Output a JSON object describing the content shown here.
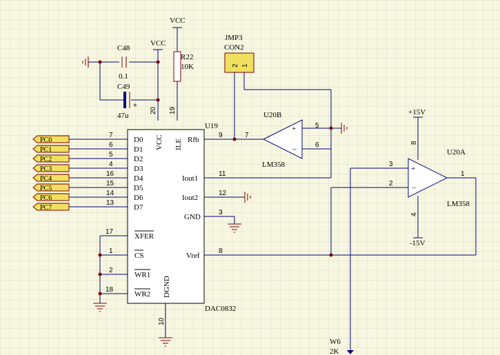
{
  "colors": {
    "background": "#f7f7e1",
    "grid": "#d8d8c8",
    "wire": "#00007c",
    "component": "#7c0000",
    "port_fill": "#f0e060",
    "chip_fill": "#ffffff"
  },
  "u19": {
    "ref": "U19",
    "part": "DAC0832",
    "pins_left": [
      "D0",
      "D1",
      "D2",
      "D3",
      "D4",
      "D5",
      "D6",
      "D7"
    ],
    "pins_left_num": [
      "7",
      "6",
      "5",
      "4",
      "16",
      "15",
      "14",
      "13"
    ],
    "vcc": "VCC",
    "ile": "ILE",
    "vcc_num": "20",
    "ile_num": "19",
    "xfer": "XFER",
    "cs": "CS",
    "wr1": "WR1",
    "wr2": "WR2",
    "xfer_num": "17",
    "cs_num": "1",
    "wr1_num": "2",
    "wr2_num": "18",
    "rfb": "Rfb",
    "iout1": "Iout1",
    "iout2": "Iout2",
    "gnd": "GND",
    "vref": "Vref",
    "rfb_num": "9",
    "iout1_num": "11",
    "iout2_num": "12",
    "gnd_num": "3",
    "vref_num": "8",
    "dgnd": "DGND",
    "dgnd_num": "10"
  },
  "ports": [
    "PC0",
    "PC1",
    "PC2",
    "PC3",
    "PC4",
    "PC5",
    "PC6",
    "PC7"
  ],
  "caps": {
    "c48": "C48",
    "c48_val": "0.1",
    "c49": "C49",
    "c49_val": "47u"
  },
  "r22": {
    "ref": "R22",
    "val": "10K"
  },
  "power": {
    "vcc": "VCC",
    "p15": "+15V",
    "m15": "-15V"
  },
  "jmp3": {
    "ref": "JMP3",
    "part": "CON2",
    "pin2": "2",
    "pin1": "1"
  },
  "u20b": {
    "ref": "U20B",
    "part": "LM358",
    "out_num": "7",
    "plus_num": "5",
    "minus_num": "6"
  },
  "u20a": {
    "ref": "U20A",
    "part": "LM358",
    "plus_num": "3",
    "minus_num": "2",
    "out_num": "1",
    "v8": "8",
    "v4": "4"
  },
  "w6": {
    "ref": "W6",
    "val": "2K"
  }
}
